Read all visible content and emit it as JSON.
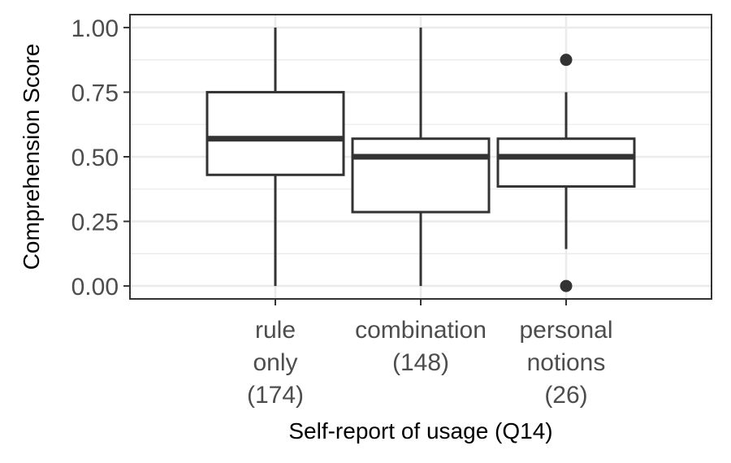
{
  "chart_data": {
    "type": "boxplot",
    "title": "",
    "xlabel": "Self-report of usage (Q14)",
    "ylabel": "Comprehension Score",
    "ylim": [
      -0.05,
      1.05
    ],
    "yticks": [
      0,
      0.25,
      0.5,
      0.75,
      1.0
    ],
    "ytick_labels": [
      "0.00",
      "0.25",
      "0.50",
      "0.75",
      "1.00"
    ],
    "grid": true,
    "categories": [
      {
        "label_lines": [
          "rule",
          "only",
          "(174)"
        ]
      },
      {
        "label_lines": [
          "combination",
          "(148)"
        ]
      },
      {
        "label_lines": [
          "personal",
          "notions",
          "(26)"
        ]
      }
    ],
    "boxes": [
      {
        "whisker_low": 0.0,
        "q1": 0.43,
        "median": 0.57,
        "q3": 0.75,
        "whisker_high": 1.0,
        "outliers": []
      },
      {
        "whisker_low": 0.0,
        "q1": 0.286,
        "median": 0.5,
        "q3": 0.57,
        "whisker_high": 1.0,
        "outliers": []
      },
      {
        "whisker_low": 0.143,
        "q1": 0.385,
        "median": 0.5,
        "q3": 0.57,
        "whisker_high": 0.75,
        "outliers": [
          0.875,
          0.0
        ]
      }
    ],
    "colors": {
      "panel_border": "#333333",
      "grid": "#ebebeb",
      "box": "#333333",
      "tick_text": "#4d4d4d"
    }
  }
}
